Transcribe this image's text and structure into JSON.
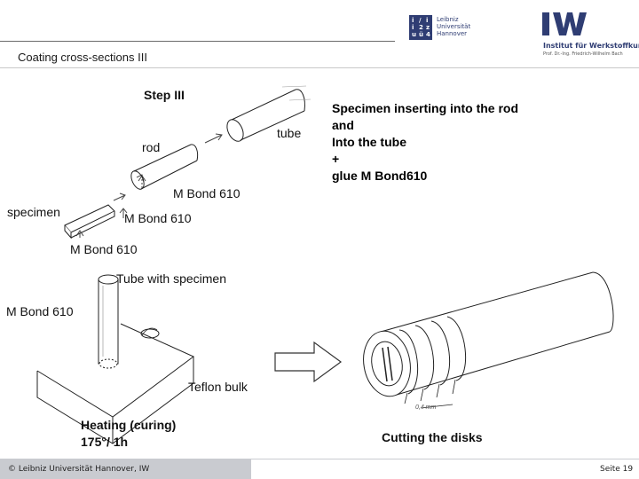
{
  "header": {
    "title": "Coating cross-sections III",
    "luh_logo": {
      "glyphs": [
        "i",
        "/",
        "i",
        "i",
        "2",
        "z",
        "u",
        "ü",
        "4"
      ],
      "lines": [
        "Leibniz",
        "Universität",
        "Hannover"
      ]
    },
    "iw_logo": "iw",
    "institute": "Institut für Werkstoffkunde",
    "professor": "Prof. Dr.-Ing. Friedrich-Wilhelm Bach"
  },
  "diagram": {
    "step_label": "Step III",
    "labels": {
      "tube": "tube",
      "rod": "rod",
      "specimen": "specimen",
      "bond_rod": "M Bond 610",
      "bond_spec": "M Bond 610",
      "bond_bottom": "M Bond 610",
      "tube_with_specimen": "Tube with specimen",
      "bond_left": "M Bond 610",
      "teflon": "Teflon bulk",
      "measure": "0,4 mm"
    },
    "description": [
      "Specimen inserting into the rod",
      "and",
      "Into the tube",
      "+",
      "glue M Bond610"
    ],
    "heating": [
      "Heating (curing)",
      "175°/ 1h"
    ],
    "cutting": "Cutting the disks"
  },
  "footer": {
    "copyright": "© Leibniz Universität Hannover, IW",
    "page": "Seite 19"
  }
}
